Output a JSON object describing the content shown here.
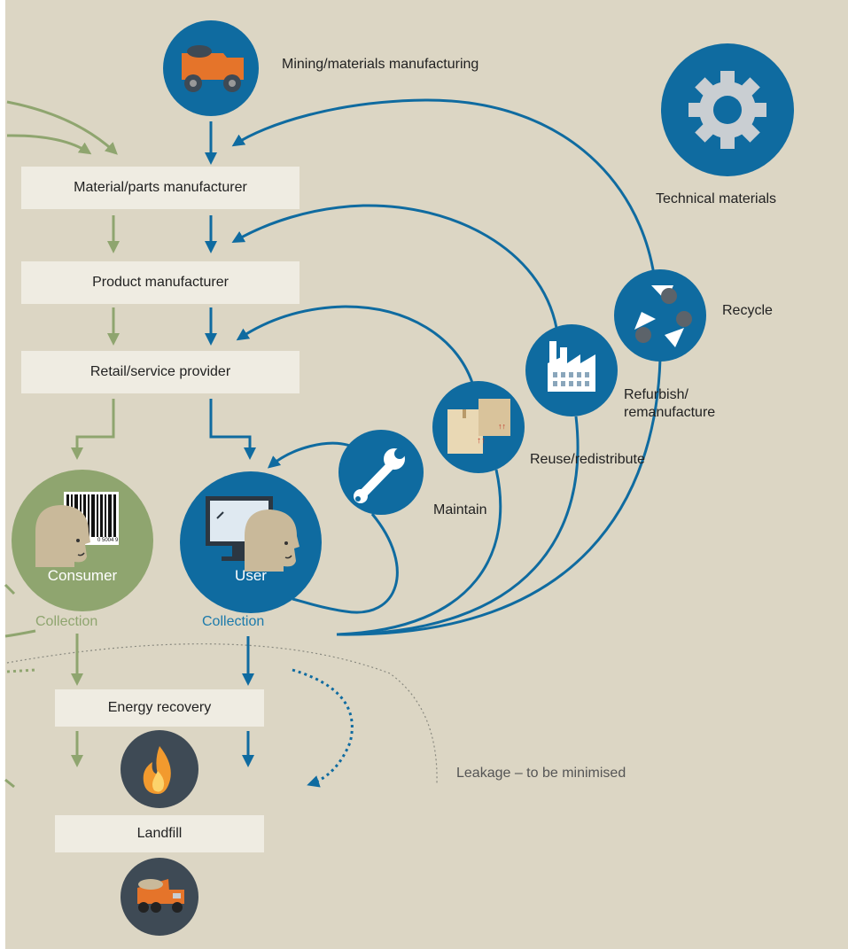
{
  "labels": {
    "mining": "Mining/materials manufacturing",
    "technical_materials": "Technical materials",
    "recycle": "Recycle",
    "refurbish": "Refurbish/ remanufacture",
    "reuse": "Reuse/redistribute",
    "maintain": "Maintain",
    "consumer": "Consumer",
    "user": "User",
    "collection_consumer": "Collection",
    "collection_user": "Collection",
    "leakage": "Leakage – to be minimised",
    "barcode_number": "0 5004 9"
  },
  "boxes": {
    "material_parts": "Material/parts manufacturer",
    "product_manufacturer": "Product manufacturer",
    "retail": "Retail/service provider",
    "energy_recovery": "Energy recovery",
    "landfill": "Landfill"
  },
  "colors": {
    "background": "#dcd6c4",
    "box": "#efece2",
    "technical_blue": "#0f6ba0",
    "biological_green": "#8fa56f",
    "dark_circle": "#3e4a55",
    "icon_orange": "#e5742a",
    "leakage_grey": "#8a8a80"
  },
  "icons": [
    "mining-truck-icon",
    "gear-icon",
    "recycle-icon",
    "factory-icon",
    "boxes-icon",
    "wrench-icon",
    "user-computer-icon",
    "consumer-barcode-icon",
    "flame-icon",
    "dump-truck-icon"
  ]
}
